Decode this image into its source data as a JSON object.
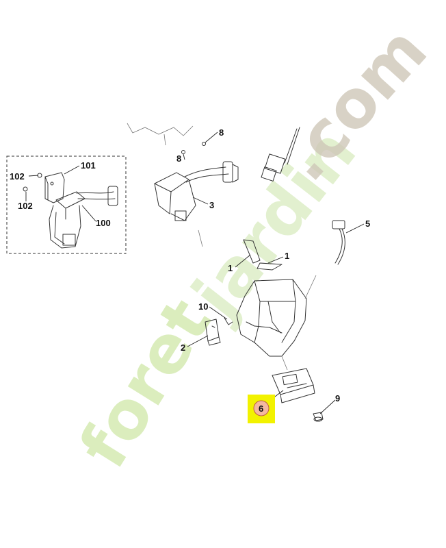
{
  "watermark": {
    "text_green": "foret",
    "text_mid": "jardin",
    "text_gray": ".com",
    "colors": {
      "green": "#c8e6a0",
      "gray": "#c9c1b3"
    }
  },
  "callouts": {
    "c101": "101",
    "c102a": "102",
    "c102b": "102",
    "c100": "100",
    "c8a": "8",
    "c8b": "8",
    "c3": "3",
    "c5": "5",
    "c1a": "1",
    "c1b": "1",
    "c10": "10",
    "c2": "2",
    "c6": "6",
    "c9": "9"
  },
  "highlight": {
    "part": "6",
    "color": "#f2f200",
    "circle_color": "#f4b8a0"
  }
}
